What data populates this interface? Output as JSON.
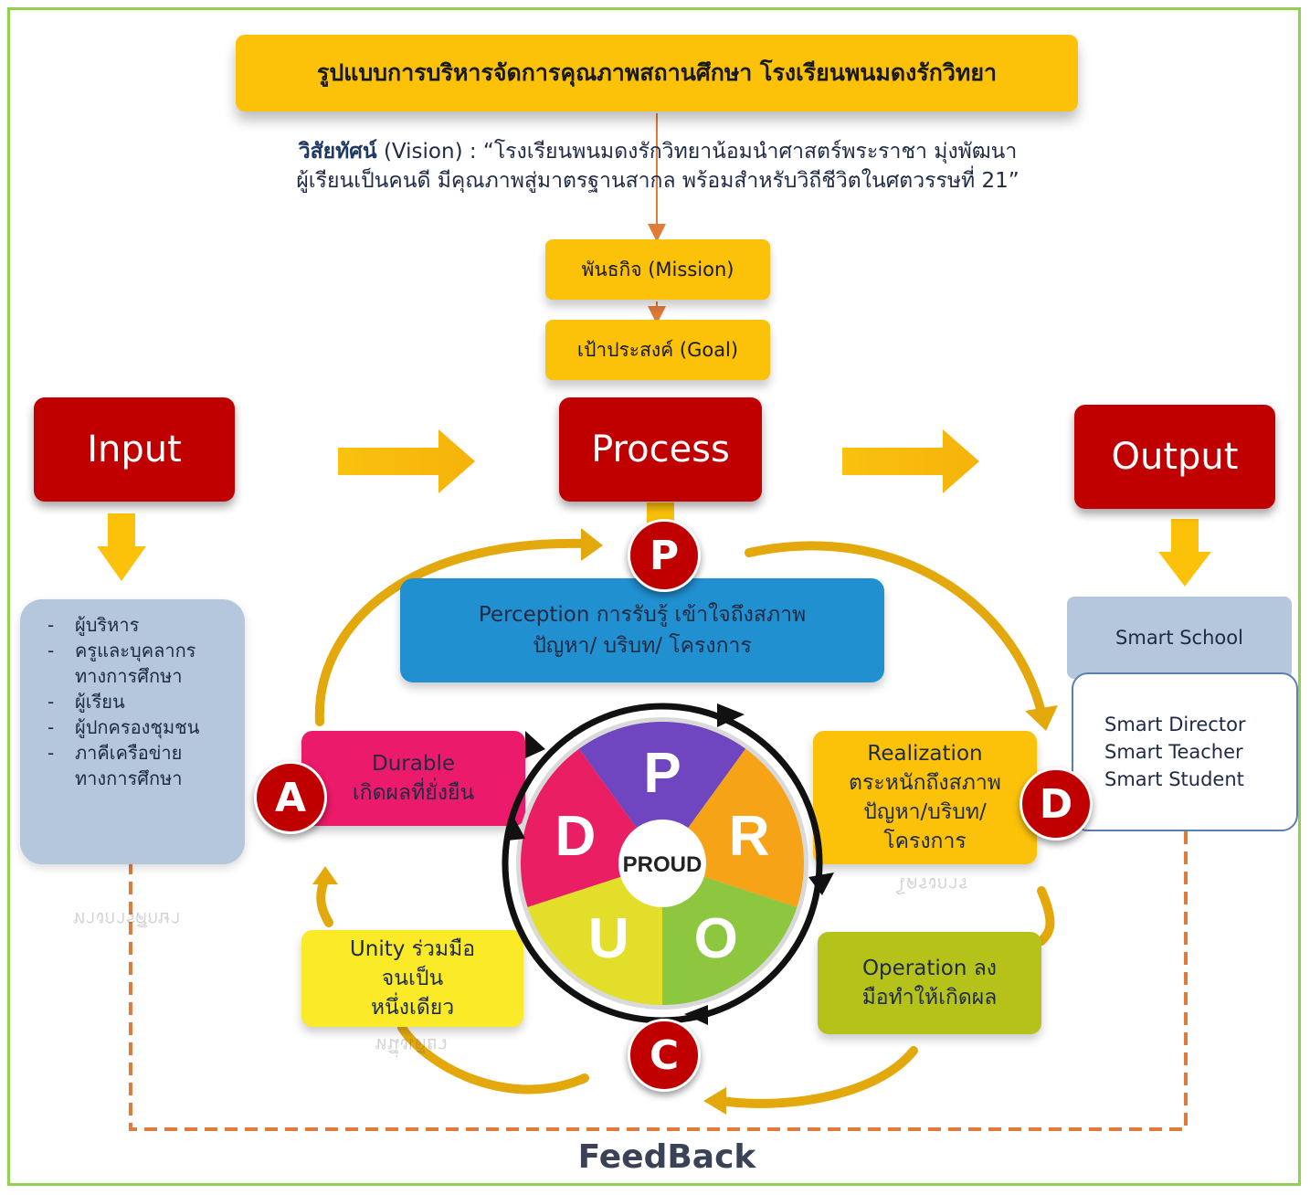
{
  "title": "รูปแบบการบริหารจัดการคุณภาพสถานศึกษา โรงเรียนพนมดงรักวิทยา",
  "vision": {
    "lead": "วิสัยทัศน์",
    "line1_rest": " (Vision) : “โรงเรียนพนมดงรักวิทยาน้อมนำศาสตร์พระราชา มุ่งพัฒนา",
    "line2": "ผู้เรียนเป็นคนดี มีคุณภาพสู่มาตรฐานสากล พร้อมสำหรับวิถีชีวิตในศตวรรษที่ 21”"
  },
  "mission": "พันธกิจ (Mission)",
  "goal": "เป้าประสงค์ (Goal)",
  "input": {
    "title": "Input",
    "items": [
      "ผู้บริหาร",
      "ครูและบุคลากรทางการศึกษา",
      "ผู้เรียน",
      "ผู้ปกครองชุมชน",
      "ภาคีเครือข่ายทางการศึกษา"
    ]
  },
  "process": {
    "title": "Process"
  },
  "output": {
    "title": "Output",
    "smart_school": "Smart School",
    "items": [
      "Smart Director",
      "Smart Teacher",
      "Smart Student"
    ]
  },
  "perception": {
    "line1": "Perception การรับรู้ เข้าใจถึงสภาพ",
    "line2": "ปัญหา/ บริบท/ โครงการ"
  },
  "durable": {
    "line1": "Durable",
    "line2": "เกิดผลที่ยั่งยืน"
  },
  "realization": {
    "line1": "Realization",
    "line2": "ตระหนักถึงสภาพ",
    "line3": "ปัญหา/บริบท/",
    "line4": "โครงการ"
  },
  "unity": {
    "line1": "Unity ร่วมมือ",
    "line2": "จนเป็น",
    "line3": "หนึ่งเดียว"
  },
  "operation": {
    "line1": "Operation ลง",
    "line2": "มือทำให้เกิดผล"
  },
  "badges": {
    "p": "P",
    "a": "A",
    "d": "D",
    "c": "C"
  },
  "wheel": {
    "center": "PROUD",
    "segments": [
      {
        "letter": "P",
        "color": "#6f45c0"
      },
      {
        "letter": "R",
        "color": "#f7a318"
      },
      {
        "letter": "O",
        "color": "#8dc63f"
      },
      {
        "letter": "U",
        "color": "#e2de2a"
      },
      {
        "letter": "D",
        "color": "#ea1e63"
      }
    ]
  },
  "reflections": {
    "input": "ทางการศึกษา",
    "realization": "โครงการ",
    "unity": "หนึ่งเดียว"
  },
  "feedback": "FeedBack",
  "colors": {
    "yellow": "#fcc20a",
    "red": "#c00000",
    "blue": "#2090d0",
    "frame": "#92d050",
    "feedback_line": "#e07b39"
  }
}
